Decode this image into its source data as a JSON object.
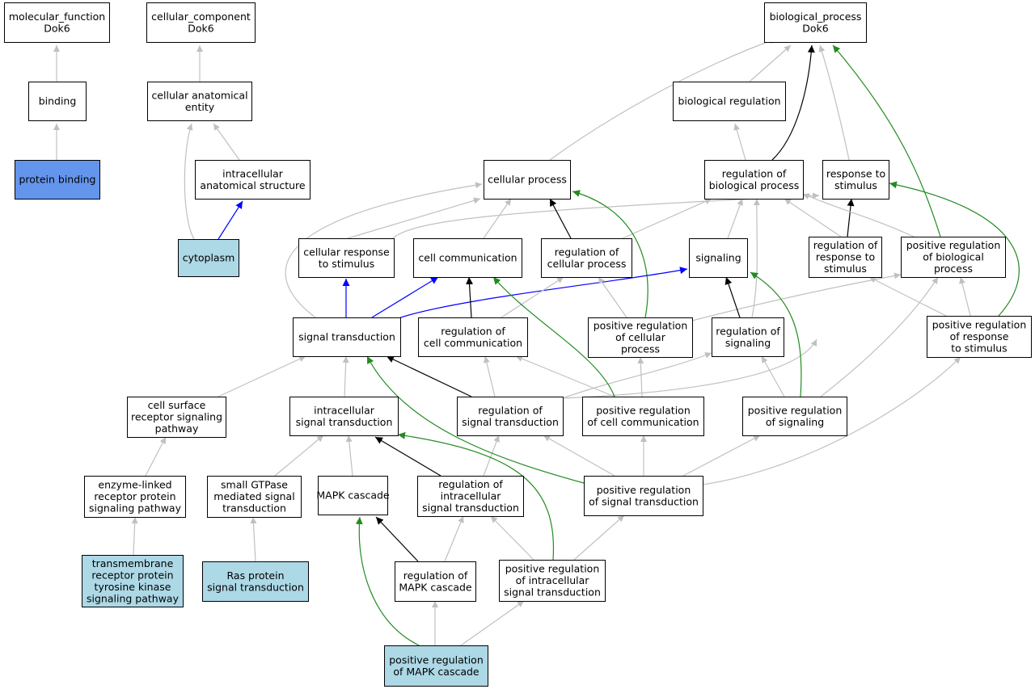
{
  "colors": {
    "is_a": "#c0c0c0",
    "part_of": "#0000ff",
    "regulates": "#000000",
    "positively_regulates": "#228b22",
    "default_fill": "#ffffff",
    "annotated_fill": "#add8e6",
    "function_fill": "#6495ed"
  },
  "nodes": [
    {
      "id": "mf",
      "lines": [
        "molecular_function",
        "Dok6"
      ],
      "fill": "default_fill"
    },
    {
      "id": "cc",
      "lines": [
        "cellular_component",
        "Dok6"
      ],
      "fill": "default_fill"
    },
    {
      "id": "bp",
      "lines": [
        "biological_process",
        "Dok6"
      ],
      "fill": "default_fill"
    },
    {
      "id": "binding",
      "lines": [
        "binding"
      ],
      "fill": "default_fill"
    },
    {
      "id": "cae",
      "lines": [
        "cellular anatomical",
        "entity"
      ],
      "fill": "default_fill"
    },
    {
      "id": "bioreg",
      "lines": [
        "biological regulation"
      ],
      "fill": "default_fill"
    },
    {
      "id": "protbind",
      "lines": [
        "protein binding"
      ],
      "fill": "function_fill"
    },
    {
      "id": "ias",
      "lines": [
        "intracellular",
        "anatomical structure"
      ],
      "fill": "default_fill"
    },
    {
      "id": "cellproc",
      "lines": [
        "cellular process"
      ],
      "fill": "default_fill"
    },
    {
      "id": "regbio",
      "lines": [
        "regulation of",
        "biological process"
      ],
      "fill": "default_fill"
    },
    {
      "id": "resp",
      "lines": [
        "response to",
        "stimulus"
      ],
      "fill": "default_fill"
    },
    {
      "id": "cytoplasm",
      "lines": [
        "cytoplasm"
      ],
      "fill": "annotated_fill"
    },
    {
      "id": "cellresp",
      "lines": [
        "cellular response",
        "to stimulus"
      ],
      "fill": "default_fill"
    },
    {
      "id": "cellcomm",
      "lines": [
        "cell communication"
      ],
      "fill": "default_fill"
    },
    {
      "id": "regcell",
      "lines": [
        "regulation of",
        "cellular process"
      ],
      "fill": "default_fill"
    },
    {
      "id": "signaling",
      "lines": [
        "signaling"
      ],
      "fill": "default_fill"
    },
    {
      "id": "regresp",
      "lines": [
        "regulation of",
        "response to",
        "stimulus"
      ],
      "fill": "default_fill"
    },
    {
      "id": "posregbio",
      "lines": [
        "positive regulation",
        "of biological",
        "process"
      ],
      "fill": "default_fill"
    },
    {
      "id": "sigtrans",
      "lines": [
        "signal transduction"
      ],
      "fill": "default_fill"
    },
    {
      "id": "regcellcomm",
      "lines": [
        "regulation of",
        "cell communication"
      ],
      "fill": "default_fill"
    },
    {
      "id": "posregcell",
      "lines": [
        "positive regulation",
        "of cellular",
        "process"
      ],
      "fill": "default_fill"
    },
    {
      "id": "regsig",
      "lines": [
        "regulation of",
        "signaling"
      ],
      "fill": "default_fill"
    },
    {
      "id": "posregresp",
      "lines": [
        "positive regulation",
        "of response",
        "to stimulus"
      ],
      "fill": "default_fill"
    },
    {
      "id": "csrsp",
      "lines": [
        "cell surface",
        "receptor signaling",
        "pathway"
      ],
      "fill": "default_fill"
    },
    {
      "id": "ist",
      "lines": [
        "intracellular",
        "signal transduction"
      ],
      "fill": "default_fill"
    },
    {
      "id": "regst",
      "lines": [
        "regulation of",
        "signal transduction"
      ],
      "fill": "default_fill"
    },
    {
      "id": "posregcellcomm",
      "lines": [
        "positive regulation",
        "of cell communication"
      ],
      "fill": "default_fill"
    },
    {
      "id": "posregsig",
      "lines": [
        "positive regulation",
        "of signaling"
      ],
      "fill": "default_fill"
    },
    {
      "id": "elrsp",
      "lines": [
        "enzyme-linked",
        "receptor protein",
        "signaling pathway"
      ],
      "fill": "default_fill"
    },
    {
      "id": "sgtp",
      "lines": [
        "small GTPase",
        "mediated signal",
        "transduction"
      ],
      "fill": "default_fill"
    },
    {
      "id": "mapk",
      "lines": [
        "MAPK cascade"
      ],
      "fill": "default_fill"
    },
    {
      "id": "regist",
      "lines": [
        "regulation of",
        "intracellular",
        "signal transduction"
      ],
      "fill": "default_fill"
    },
    {
      "id": "posregst",
      "lines": [
        "positive regulation",
        "of signal transduction"
      ],
      "fill": "default_fill"
    },
    {
      "id": "rtk",
      "lines": [
        "transmembrane",
        "receptor protein",
        "tyrosine kinase",
        "signaling pathway"
      ],
      "fill": "annotated_fill"
    },
    {
      "id": "ras",
      "lines": [
        "Ras protein",
        "signal transduction"
      ],
      "fill": "annotated_fill"
    },
    {
      "id": "regmapk",
      "lines": [
        "regulation of",
        "MAPK cascade"
      ],
      "fill": "default_fill"
    },
    {
      "id": "posregist",
      "lines": [
        "positive regulation",
        "of intracellular",
        "signal transduction"
      ],
      "fill": "default_fill"
    },
    {
      "id": "posregmapk",
      "lines": [
        "positive regulation",
        "of MAPK cascade"
      ],
      "fill": "annotated_fill"
    }
  ],
  "edges": [
    {
      "from": "binding",
      "to": "mf",
      "type": "is_a"
    },
    {
      "from": "protbind",
      "to": "binding",
      "type": "is_a"
    },
    {
      "from": "cae",
      "to": "cc",
      "type": "is_a"
    },
    {
      "from": "ias",
      "to": "cae",
      "type": "is_a"
    },
    {
      "from": "cytoplasm",
      "to": "cae",
      "type": "is_a"
    },
    {
      "from": "cytoplasm",
      "to": "ias",
      "type": "part_of"
    },
    {
      "from": "bioreg",
      "to": "bp",
      "type": "is_a"
    },
    {
      "from": "cellproc",
      "to": "bp",
      "type": "is_a"
    },
    {
      "from": "regbio",
      "to": "bioreg",
      "type": "is_a"
    },
    {
      "from": "regbio",
      "to": "bp",
      "type": "regulates"
    },
    {
      "from": "resp",
      "to": "bp",
      "type": "is_a"
    },
    {
      "from": "posregbio",
      "to": "bp",
      "type": "positively_regulates"
    },
    {
      "from": "cellresp",
      "to": "cellproc",
      "type": "is_a"
    },
    {
      "from": "cellresp",
      "to": "resp",
      "type": "is_a"
    },
    {
      "from": "cellcomm",
      "to": "cellproc",
      "type": "is_a"
    },
    {
      "from": "regcell",
      "to": "cellproc",
      "type": "regulates"
    },
    {
      "from": "regcell",
      "to": "regbio",
      "type": "is_a"
    },
    {
      "from": "signaling",
      "to": "regbio",
      "type": "is_a"
    },
    {
      "from": "regresp",
      "to": "resp",
      "type": "regulates"
    },
    {
      "from": "regresp",
      "to": "regbio",
      "type": "is_a"
    },
    {
      "from": "posregbio",
      "to": "regbio",
      "type": "is_a"
    },
    {
      "from": "posregcell",
      "to": "cellproc",
      "type": "positively_regulates"
    },
    {
      "from": "sigtrans",
      "to": "cellproc",
      "type": "is_a"
    },
    {
      "from": "sigtrans",
      "to": "cellresp",
      "type": "part_of"
    },
    {
      "from": "sigtrans",
      "to": "cellcomm",
      "type": "part_of"
    },
    {
      "from": "sigtrans",
      "to": "signaling",
      "type": "part_of"
    },
    {
      "from": "regcellcomm",
      "to": "cellcomm",
      "type": "regulates"
    },
    {
      "from": "regcellcomm",
      "to": "regcell",
      "type": "is_a"
    },
    {
      "from": "posregcell",
      "to": "regcell",
      "type": "is_a"
    },
    {
      "from": "posregcell",
      "to": "posregbio",
      "type": "is_a"
    },
    {
      "from": "regsig",
      "to": "signaling",
      "type": "regulates"
    },
    {
      "from": "regsig",
      "to": "regbio",
      "type": "is_a"
    },
    {
      "from": "posregresp",
      "to": "regresp",
      "type": "is_a"
    },
    {
      "from": "posregresp",
      "to": "posregbio",
      "type": "is_a"
    },
    {
      "from": "posregresp",
      "to": "resp",
      "type": "positively_regulates"
    },
    {
      "from": "csrsp",
      "to": "sigtrans",
      "type": "is_a"
    },
    {
      "from": "ist",
      "to": "sigtrans",
      "type": "is_a"
    },
    {
      "from": "regst",
      "to": "sigtrans",
      "type": "regulates"
    },
    {
      "from": "regst",
      "to": "regcellcomm",
      "type": "is_a"
    },
    {
      "from": "regst",
      "to": "regsig",
      "type": "is_a"
    },
    {
      "from": "regst",
      "to": "regresp",
      "type": "is_a"
    },
    {
      "from": "posregcellcomm",
      "to": "regcellcomm",
      "type": "is_a"
    },
    {
      "from": "posregcellcomm",
      "to": "posregcell",
      "type": "is_a"
    },
    {
      "from": "posregcellcomm",
      "to": "cellcomm",
      "type": "positively_regulates"
    },
    {
      "from": "posregsig",
      "to": "regsig",
      "type": "is_a"
    },
    {
      "from": "posregsig",
      "to": "signaling",
      "type": "positively_regulates"
    },
    {
      "from": "posregsig",
      "to": "posregbio",
      "type": "is_a"
    },
    {
      "from": "elrsp",
      "to": "csrsp",
      "type": "is_a"
    },
    {
      "from": "sgtp",
      "to": "ist",
      "type": "is_a"
    },
    {
      "from": "mapk",
      "to": "ist",
      "type": "is_a"
    },
    {
      "from": "regist",
      "to": "ist",
      "type": "regulates"
    },
    {
      "from": "regist",
      "to": "regst",
      "type": "is_a"
    },
    {
      "from": "posregst",
      "to": "sigtrans",
      "type": "positively_regulates"
    },
    {
      "from": "posregst",
      "to": "regst",
      "type": "is_a"
    },
    {
      "from": "posregst",
      "to": "posregcellcomm",
      "type": "is_a"
    },
    {
      "from": "posregst",
      "to": "posregsig",
      "type": "is_a"
    },
    {
      "from": "posregst",
      "to": "posregresp",
      "type": "is_a"
    },
    {
      "from": "rtk",
      "to": "elrsp",
      "type": "is_a"
    },
    {
      "from": "ras",
      "to": "sgtp",
      "type": "is_a"
    },
    {
      "from": "regmapk",
      "to": "mapk",
      "type": "regulates"
    },
    {
      "from": "regmapk",
      "to": "regist",
      "type": "is_a"
    },
    {
      "from": "posregist",
      "to": "regist",
      "type": "is_a"
    },
    {
      "from": "posregist",
      "to": "posregst",
      "type": "is_a"
    },
    {
      "from": "posregist",
      "to": "ist",
      "type": "positively_regulates"
    },
    {
      "from": "posregmapk",
      "to": "regmapk",
      "type": "is_a"
    },
    {
      "from": "posregmapk",
      "to": "posregist",
      "type": "is_a"
    },
    {
      "from": "posregmapk",
      "to": "mapk",
      "type": "positively_regulates"
    }
  ]
}
